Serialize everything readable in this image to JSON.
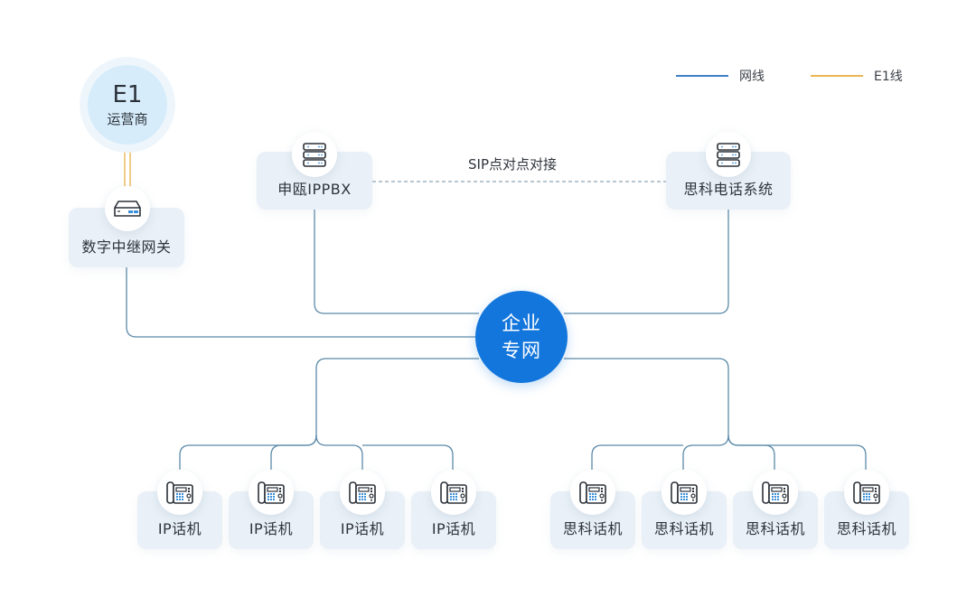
{
  "legend": [
    {
      "label": "网线",
      "color": "#3f7fc4"
    },
    {
      "label": "E1线",
      "color": "#eab656"
    }
  ],
  "colors": {
    "network_line": "#5b8aa8",
    "e1_line": "#eab656",
    "hub": "#1376dc",
    "card": "#e9f0f7"
  },
  "carrier": {
    "title": "E1",
    "subtitle": "运营商"
  },
  "gateway": {
    "label": "数字中继网关",
    "icon": "gateway-device-icon"
  },
  "ippbx": {
    "label": "申瓯IPPBX",
    "icon": "server-icon"
  },
  "cisco_system": {
    "label": "思科电话系统",
    "icon": "server-icon"
  },
  "sip_link": {
    "label": "SIP点对点对接"
  },
  "hub": {
    "line1": "企业",
    "line2": "专网"
  },
  "ip_phones": [
    {
      "label": "IP话机",
      "icon": "desk-phone-icon"
    },
    {
      "label": "IP话机",
      "icon": "desk-phone-icon"
    },
    {
      "label": "IP话机",
      "icon": "desk-phone-icon"
    },
    {
      "label": "IP话机",
      "icon": "desk-phone-icon"
    }
  ],
  "cisco_phones": [
    {
      "label": "思科话机",
      "icon": "desk-phone-icon"
    },
    {
      "label": "思科话机",
      "icon": "desk-phone-icon"
    },
    {
      "label": "思科话机",
      "icon": "desk-phone-icon"
    },
    {
      "label": "思科话机",
      "icon": "desk-phone-icon"
    }
  ]
}
